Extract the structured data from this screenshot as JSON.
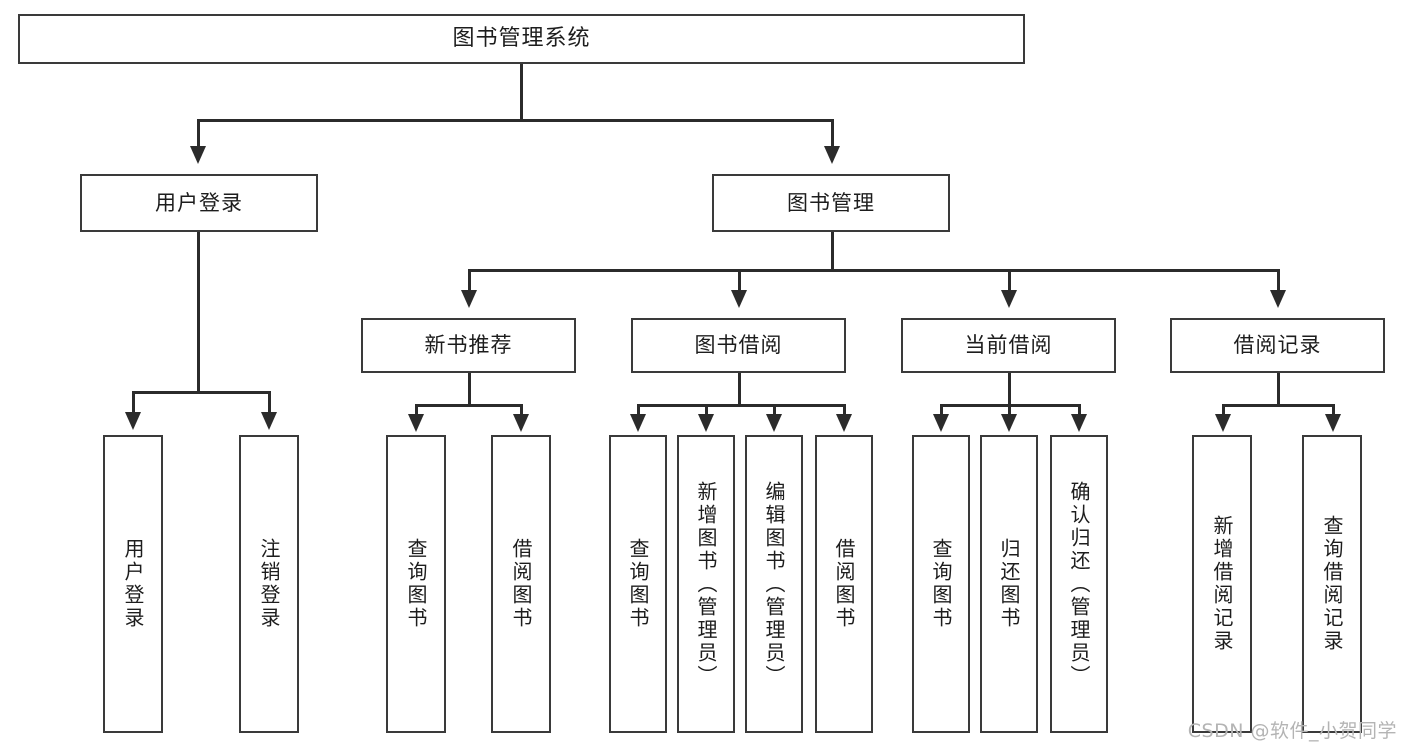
{
  "diagram": {
    "title": "图书管理系统",
    "type": "tree-hierarchy-diagram",
    "watermark": "CSDN @软件_小贺同学",
    "colors": {
      "box_border": "#3a3a3a",
      "line": "#2b2b2b",
      "text": "#1d1d1d",
      "background": "#ffffff",
      "watermark": "#b4b4b4"
    }
  },
  "nodes": {
    "root": {
      "label": "图书管理系统"
    },
    "level2": [
      {
        "label": "用户登录"
      },
      {
        "label": "图书管理"
      }
    ],
    "level3": [
      {
        "label": "新书推荐"
      },
      {
        "label": "图书借阅"
      },
      {
        "label": "当前借阅"
      },
      {
        "label": "借阅记录"
      }
    ],
    "leaves": {
      "user_login": [
        {
          "label": "用户登录"
        },
        {
          "label": "注销登录"
        }
      ],
      "new_book_recommend": [
        {
          "label": "查询图书"
        },
        {
          "label": "借阅图书"
        }
      ],
      "book_borrow": [
        {
          "label": "查询图书"
        },
        {
          "label": "新增图书（管理员）"
        },
        {
          "label": "编辑图书（管理员）"
        },
        {
          "label": "借阅图书"
        }
      ],
      "current_borrow": [
        {
          "label": "查询图书"
        },
        {
          "label": "归还图书"
        },
        {
          "label": "确认归还（管理员）"
        }
      ],
      "borrow_record": [
        {
          "label": "新增借阅记录"
        },
        {
          "label": "查询借阅记录"
        }
      ]
    }
  }
}
